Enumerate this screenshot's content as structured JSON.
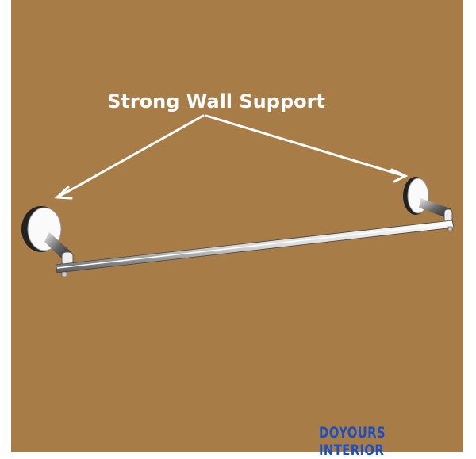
{
  "caption": "Strong Wall Support",
  "brand": "DOYOURS INTERIOR",
  "colors": {
    "background": "#a77c47",
    "caption": "#ffffff",
    "brand": "#1a4fc4"
  },
  "icons": [
    "arrow-left-support",
    "arrow-right-support",
    "towel-rod"
  ]
}
